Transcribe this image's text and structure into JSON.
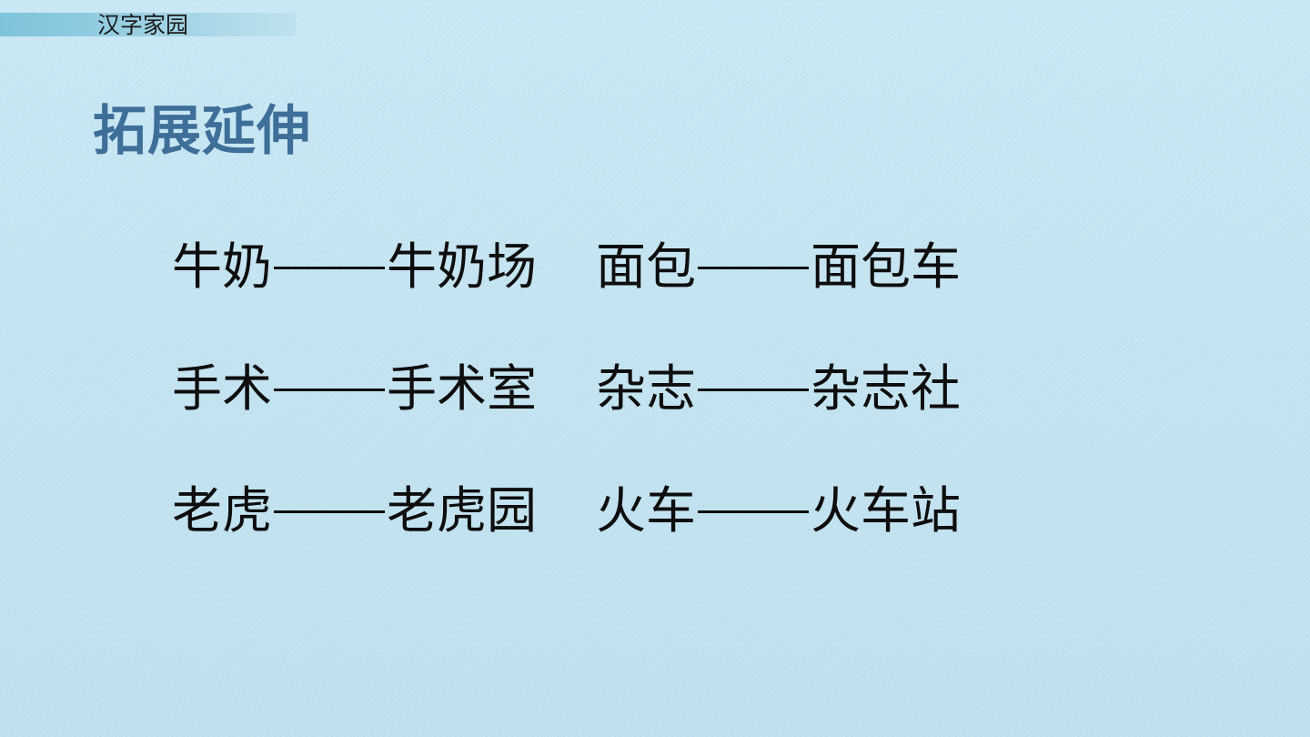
{
  "header": {
    "section_label": "汉字家园"
  },
  "title": "拓展延伸",
  "word_rows": [
    {
      "left": {
        "base": "牛奶",
        "extended": "牛奶场"
      },
      "right": {
        "base": "面包",
        "extended": "面包车"
      }
    },
    {
      "left": {
        "base": "手术",
        "extended": "手术室"
      },
      "right": {
        "base": "杂志",
        "extended": "杂志社"
      }
    },
    {
      "left": {
        "base": "老虎",
        "extended": "老虎园"
      },
      "right": {
        "base": "火车",
        "extended": "火车站"
      }
    }
  ],
  "colors": {
    "background": "#c6e6f3",
    "title": "#3e6f99",
    "section_bar": "#7ec3da",
    "text": "#0d0d0d"
  }
}
